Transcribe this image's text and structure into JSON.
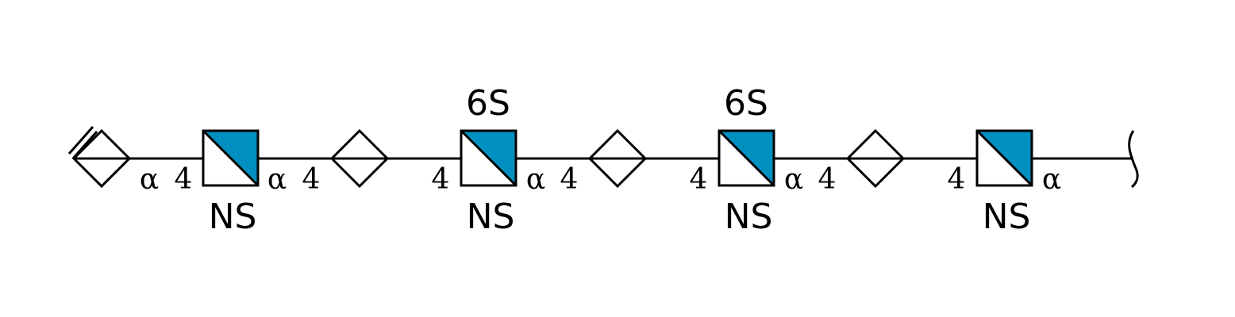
{
  "colors": {
    "line": "#000000",
    "glcnac_fill": "#0090bf",
    "background": "#ffffff"
  },
  "residues": [
    {
      "type": "hexuronic-acid-diamond-unsaturated",
      "icon": "half-diamond-with-double-bond"
    },
    {
      "type": "hexnac-square",
      "icon": "half-filled-square",
      "label_below": "NS",
      "label_above": ""
    },
    {
      "type": "hexuronic-acid-diamond",
      "icon": "half-diamond"
    },
    {
      "type": "hexnac-square",
      "icon": "half-filled-square",
      "label_below": "NS",
      "label_above": "6S"
    },
    {
      "type": "hexuronic-acid-diamond",
      "icon": "half-diamond"
    },
    {
      "type": "hexnac-square",
      "icon": "half-filled-square",
      "label_below": "NS",
      "label_above": "6S"
    },
    {
      "type": "hexuronic-acid-diamond",
      "icon": "half-diamond"
    },
    {
      "type": "hexnac-square",
      "icon": "half-filled-square",
      "label_below": "NS",
      "label_above": ""
    }
  ],
  "linkages": [
    {
      "anomer": "α",
      "position": "4"
    },
    {
      "anomer": "α",
      "position": "4"
    },
    {
      "anomer": "",
      "position": "4"
    },
    {
      "anomer": "α",
      "position": "4"
    },
    {
      "anomer": "",
      "position": "4"
    },
    {
      "anomer": "α",
      "position": "4"
    },
    {
      "anomer": "",
      "position": "4"
    },
    {
      "anomer": "α",
      "position": ""
    }
  ],
  "reducing_end": {
    "icon": "wavy-bracket"
  }
}
